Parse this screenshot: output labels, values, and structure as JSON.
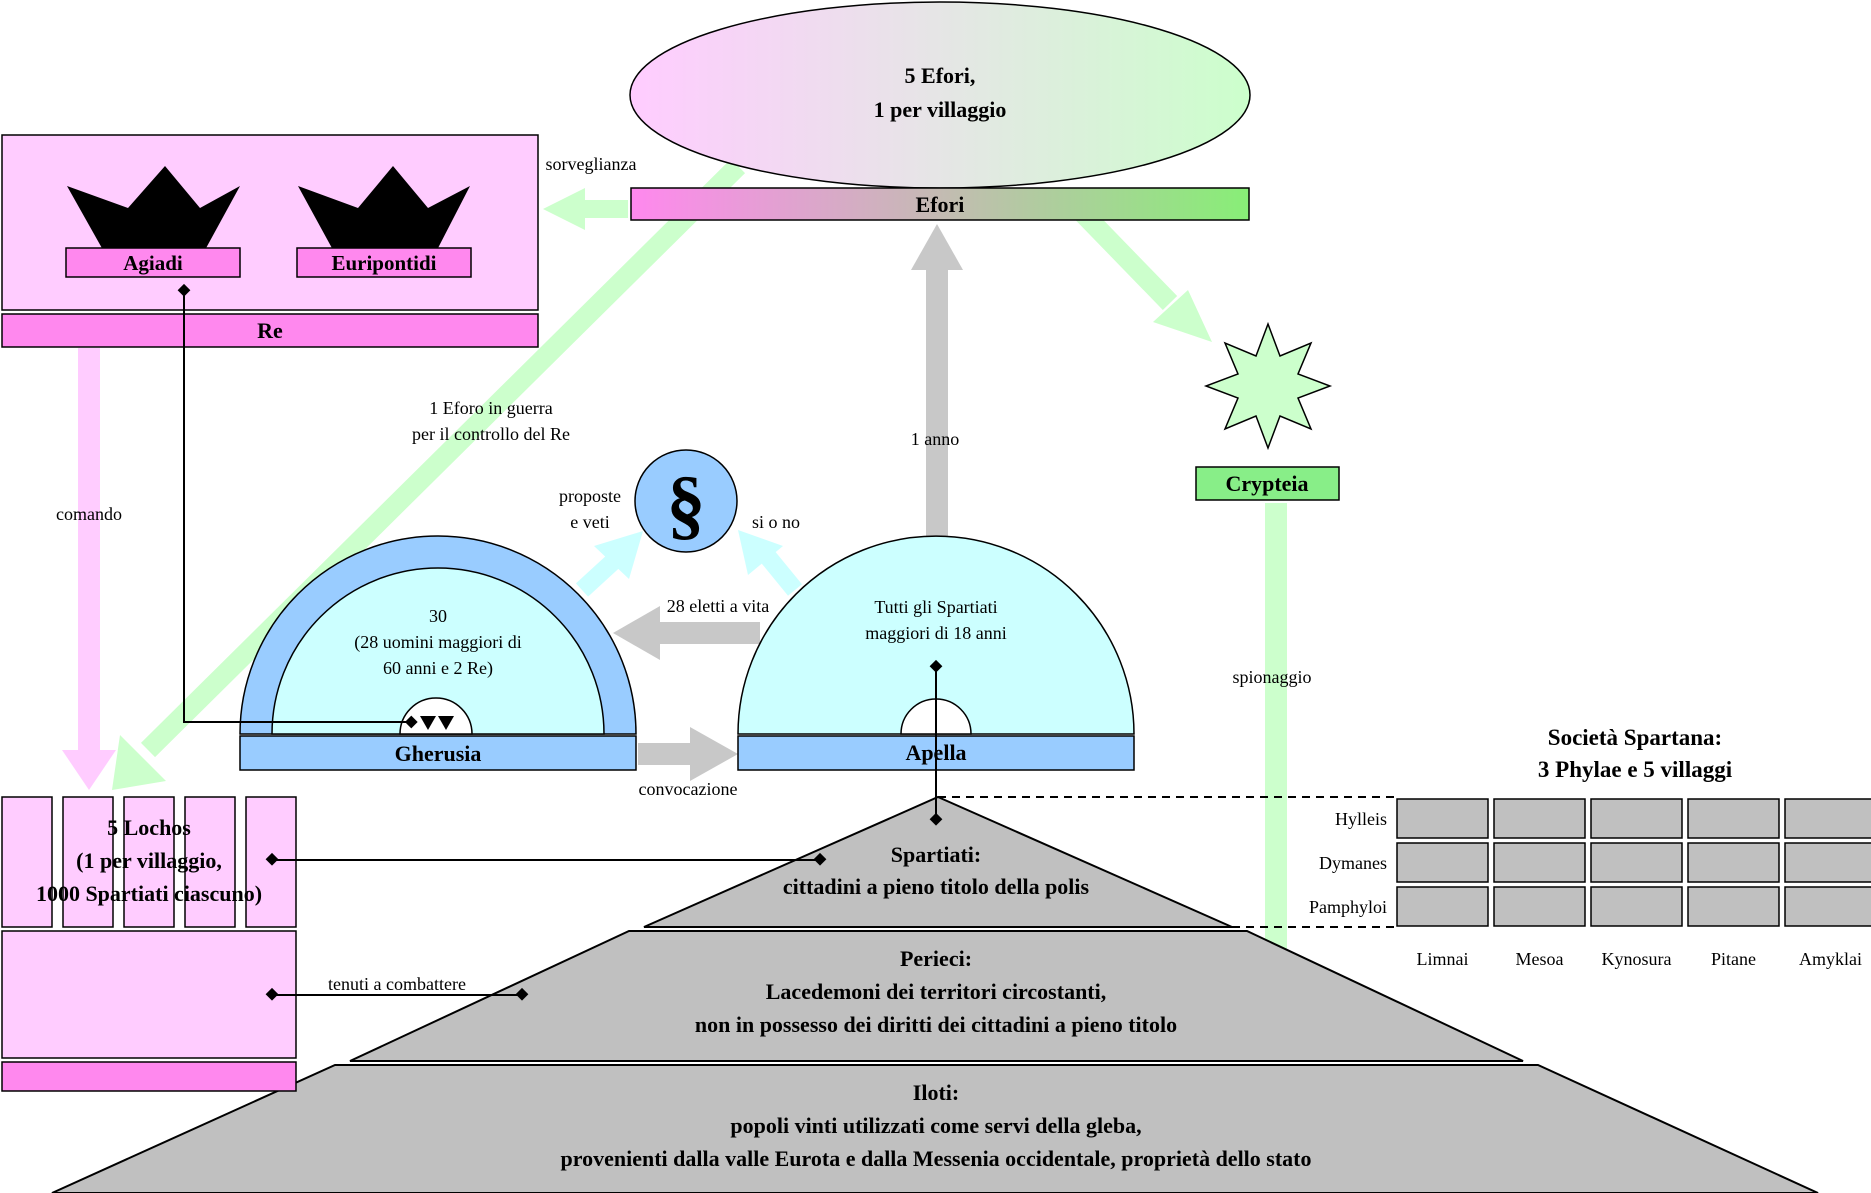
{
  "efori": {
    "ellipse_line1": "5 Efori,",
    "ellipse_line2": "1 per villaggio",
    "bar_label": "Efori"
  },
  "re": {
    "bar_label": "Re",
    "dynasties": [
      "Agiadi",
      "Euripontidi"
    ]
  },
  "crypteia": {
    "label": "Crypteia"
  },
  "gherusia": {
    "label": "Gherusia",
    "line1": "30",
    "line2": "(28 uomini maggiori di",
    "line3": "60 anni e 2 Re)"
  },
  "apella": {
    "label": "Apella",
    "line1": "Tutti gli Spartiati",
    "line2": "maggiori di 18 anni"
  },
  "law": {
    "symbol": "§"
  },
  "arrows": {
    "sorveglianza": "sorveglianza",
    "comando": "comando",
    "eforo_guerra_1": "1 Eforo in guerra",
    "eforo_guerra_2": "per il controllo del Re",
    "un_anno": "1 anno",
    "proposte_1": "proposte",
    "proposte_2": "e veti",
    "si_o_no": "si o no",
    "eletti": "28 eletti a vita",
    "convocazione": "convocazione",
    "spionaggio": "spionaggio",
    "tenuti": "tenuti a combattere"
  },
  "lochos": {
    "line1": "5 Lochos",
    "line2": "(1 per villaggio,",
    "line3": "1000 Spartiati ciascuno)"
  },
  "pyramid": {
    "spartiati_1": "Spartiati:",
    "spartiati_2": "cittadini a pieno titolo della polis",
    "perieci_1": "Perieci:",
    "perieci_2": "Lacedemoni dei territori circostanti,",
    "perieci_3": "non in possesso dei diritti dei cittadini a pieno titolo",
    "iloti_1": "Iloti:",
    "iloti_2": "popoli vinti utilizzati come servi della gleba,",
    "iloti_3": "provenienti dalla valle Eurota e dalla Messenia occidentale, proprietà dello stato"
  },
  "society": {
    "title_1": "Società Spartana:",
    "title_2": "3 Phylae e 5 villaggi",
    "phylae": [
      "Hylleis",
      "Dymanes",
      "Pamphyloi"
    ],
    "villages": [
      "Limnai",
      "Mesoa",
      "Kynosura",
      "Pitane",
      "Amyklai"
    ]
  },
  "colors": {
    "pink_light": "#ffccff",
    "pink": "#ff88ee",
    "green_light": "#ccffcc",
    "green": "#88ee88",
    "blue": "#99ccff",
    "cyan_light": "#ccffff",
    "grey": "#c0c0c0",
    "grey_arrow": "#c8c8c8"
  }
}
